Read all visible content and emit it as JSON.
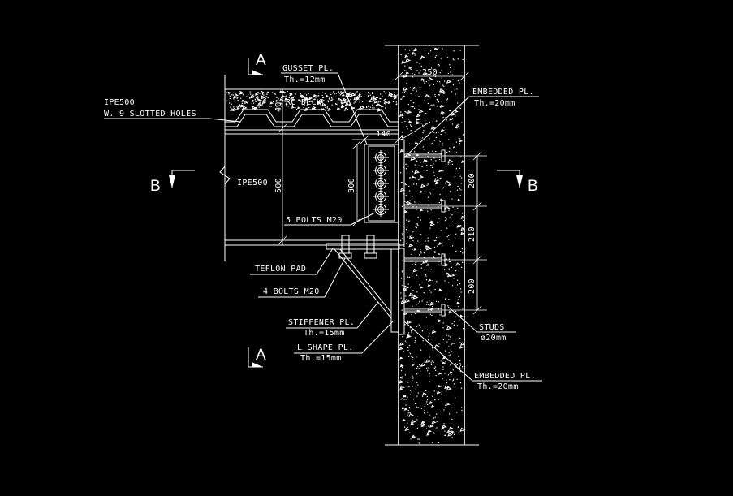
{
  "sections": {
    "a_top": "A",
    "a_bottom": "A",
    "b_left": "B",
    "b_right": "B"
  },
  "labels": {
    "ipe_top_1": "IPE500",
    "ipe_top_2": "W. 9 SLOTTED HOLES",
    "gusset_1": "GUSSET PL.",
    "gusset_2": "Th.=12mm",
    "rc_deck": "RC DECK",
    "embedded_top_1": "EMBEDDED PL.",
    "embedded_top_2": "Th.=20mm",
    "ipe_mid": "IPE500",
    "bolts5": "5 BOLTS M20",
    "teflon": "TEFLON PAD",
    "bolts4": "4 BOLTS M20",
    "stiffener_1": "STIFFENER PL.",
    "stiffener_2": "Th.=15mm",
    "lshape_1": "L SHAPE PL.",
    "lshape_2": "Th.=15mm",
    "studs_1": "STUDS",
    "studs_2": "ø20mm",
    "embedded_bot_1": "EMBEDDED PL.",
    "embedded_bot_2": "Th.=20mm"
  },
  "dimensions": {
    "wall": "250",
    "slab": "40",
    "gusset_w": "140",
    "gusset_h": "300",
    "beam_h": "500",
    "stud_1": "200",
    "stud_2": "210",
    "stud_3": "200"
  }
}
